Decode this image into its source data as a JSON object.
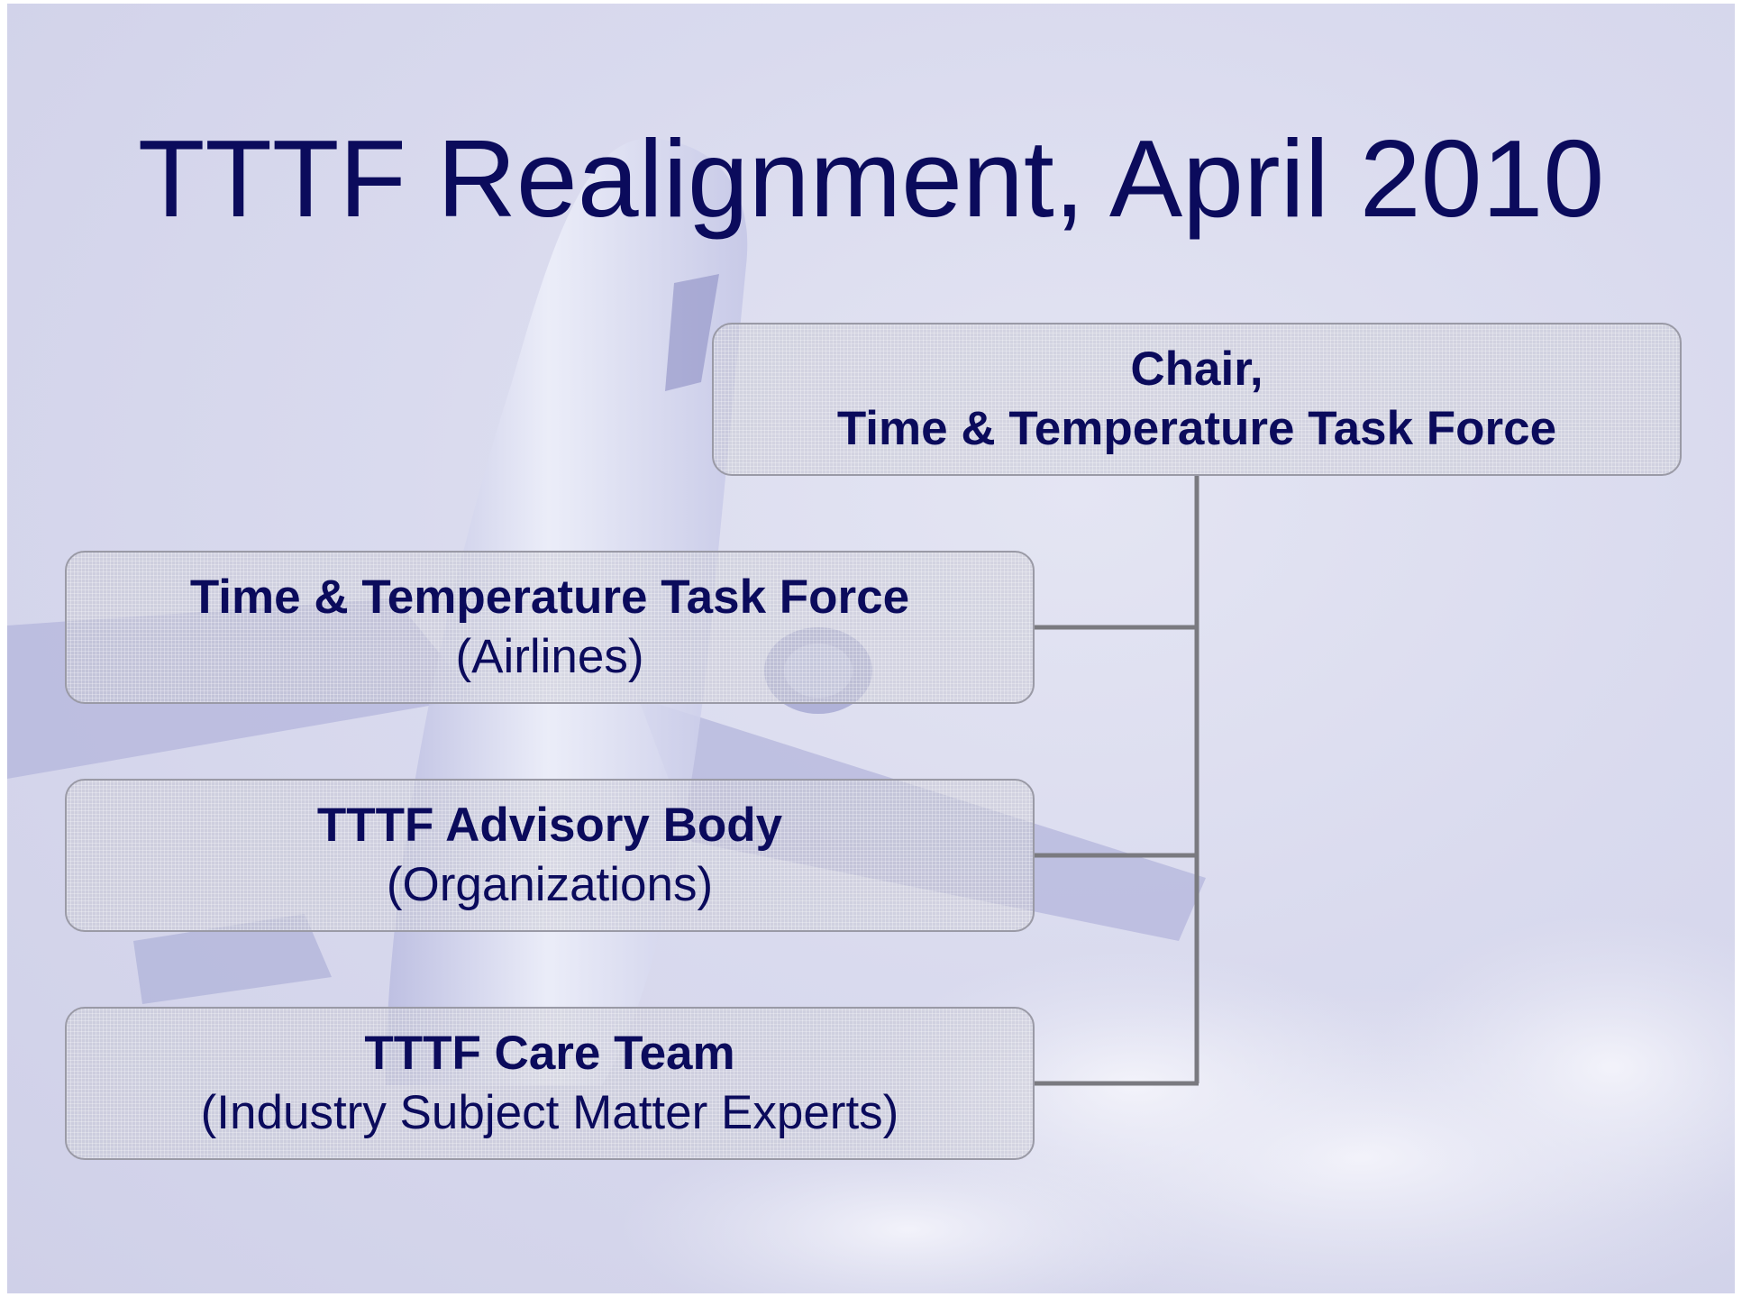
{
  "slide": {
    "title": "TTTF Realignment, April 2010"
  },
  "org_chart": {
    "chair": {
      "line1": "Chair,",
      "line2": "Time & Temperature Task Force"
    },
    "groups": [
      {
        "name": "Time & Temperature Task Force",
        "subtitle": "(Airlines)"
      },
      {
        "name": "TTTF Advisory Body",
        "subtitle": "(Organizations)"
      },
      {
        "name": "TTTF Care Team",
        "subtitle": "(Industry Subject Matter Experts)"
      }
    ]
  },
  "colors": {
    "text": "#0b0b5c",
    "background": "#d9daee",
    "connector": "#7a7a80",
    "box_border": "#9a9aa6"
  }
}
